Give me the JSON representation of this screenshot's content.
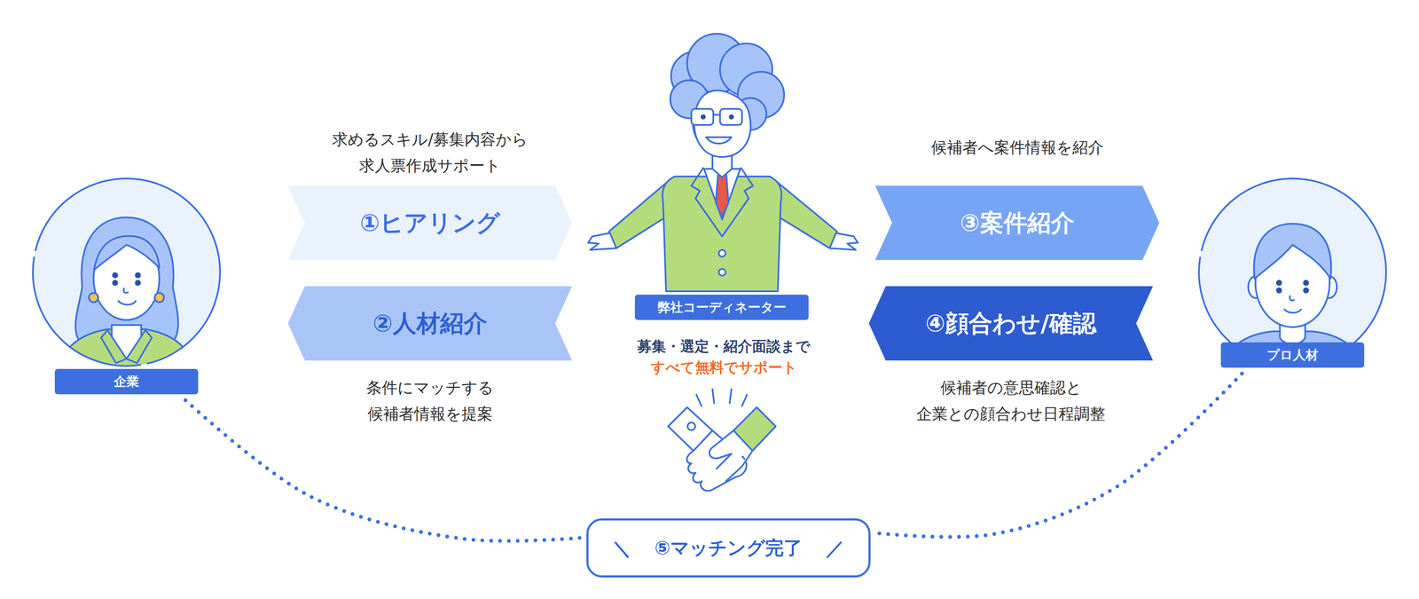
{
  "diagram": {
    "nodes": [
      {
        "text": [
          "企業"
        ]
      },
      {
        "text": [
          "求めるスキル/募集内容から 求人票作成サポート",
          "①ヒアリング"
        ]
      },
      {
        "text": [
          "②人材紹介",
          "条件にマッチする 候補者情報を提案"
        ]
      },
      {
        "text": [
          "弊社コーディネーター"
        ]
      },
      {
        "text": [
          "候補者へ案件情報を紹介",
          "③案件紹介"
        ]
      },
      {
        "text": [
          "④顔合わせ/確認",
          "候補者の意思確認と 企業との顔合わせ日程調整"
        ]
      },
      {
        "text": [
          "プロ人材"
        ]
      },
      {
        "text": [
          "⑤マッチング完了"
        ]
      }
    ],
    "edges": [
      {
        "from": 0,
        "to": 7,
        "arrow": "none"
      },
      {
        "from": 6,
        "to": 7,
        "arrow": "none"
      }
    ],
    "labels": [
      "募集・選定・紹介面談まで",
      "すべて無料でサポート",
      "＼",
      "／"
    ]
  }
}
